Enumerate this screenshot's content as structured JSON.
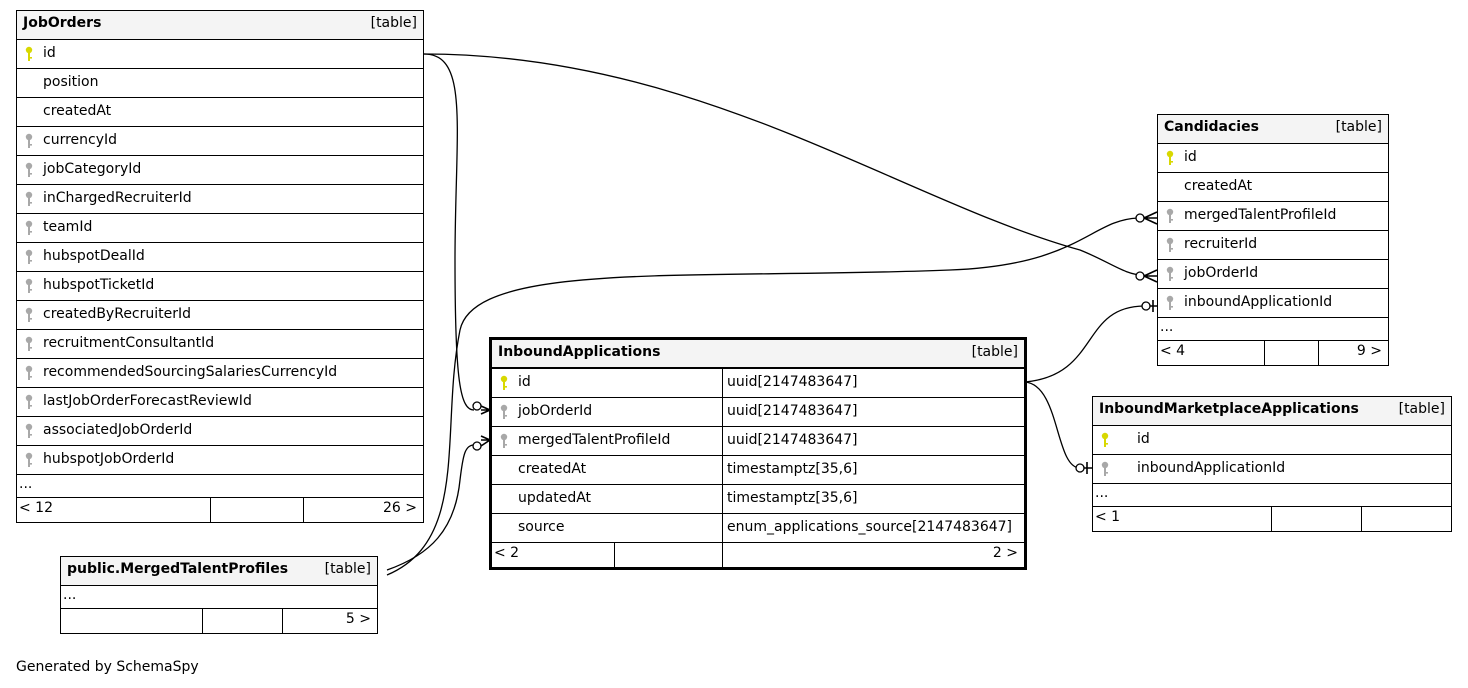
{
  "colors": {
    "pk_key": "#d8d800",
    "fk_key": "#a8a8a8",
    "header_bg": "#f4f4f4"
  },
  "tables": {
    "job_orders": {
      "name": "JobOrders",
      "tag": "[table]",
      "columns": [
        {
          "name": "id",
          "key": "pk"
        },
        {
          "name": "position",
          "key": "none"
        },
        {
          "name": "createdAt",
          "key": "none"
        },
        {
          "name": "currencyId",
          "key": "fk"
        },
        {
          "name": "jobCategoryId",
          "key": "fk"
        },
        {
          "name": "inChargedRecruiterId",
          "key": "fk"
        },
        {
          "name": "teamId",
          "key": "fk"
        },
        {
          "name": "hubspotDealId",
          "key": "fk"
        },
        {
          "name": "hubspotTicketId",
          "key": "fk"
        },
        {
          "name": "createdByRecruiterId",
          "key": "fk"
        },
        {
          "name": "recruitmentConsultantId",
          "key": "fk"
        },
        {
          "name": "recommendedSourcingSalariesCurrencyId",
          "key": "fk"
        },
        {
          "name": "lastJobOrderForecastReviewId",
          "key": "fk"
        },
        {
          "name": "associatedJobOrderId",
          "key": "fk"
        },
        {
          "name": "hubspotJobOrderId",
          "key": "fk"
        }
      ],
      "ellipsis": "...",
      "footer_left": "< 12",
      "footer_mid": "",
      "footer_right": "26 >"
    },
    "candidacies": {
      "name": "Candidacies",
      "tag": "[table]",
      "columns": [
        {
          "name": "id",
          "key": "pk"
        },
        {
          "name": "createdAt",
          "key": "none"
        },
        {
          "name": "mergedTalentProfileId",
          "key": "fk"
        },
        {
          "name": "recruiterId",
          "key": "fk"
        },
        {
          "name": "jobOrderId",
          "key": "fk"
        },
        {
          "name": "inboundApplicationId",
          "key": "fk"
        }
      ],
      "ellipsis": "...",
      "footer_left": "< 4",
      "footer_mid": "",
      "footer_right": "9 >"
    },
    "inbound_applications": {
      "name": "InboundApplications",
      "tag": "[table]",
      "columns": [
        {
          "name": "id",
          "type": "uuid[2147483647]",
          "key": "pk"
        },
        {
          "name": "jobOrderId",
          "type": "uuid[2147483647]",
          "key": "fk"
        },
        {
          "name": "mergedTalentProfileId",
          "type": "uuid[2147483647]",
          "key": "fk"
        },
        {
          "name": "createdAt",
          "type": "timestamptz[35,6]",
          "key": "none"
        },
        {
          "name": "updatedAt",
          "type": "timestamptz[35,6]",
          "key": "none"
        },
        {
          "name": "source",
          "type": "enum_applications_source[2147483647]",
          "key": "none"
        }
      ],
      "footer_left": "< 2",
      "footer_mid": "",
      "footer_right": "2 >"
    },
    "inbound_marketplace_applications": {
      "name": "InboundMarketplaceApplications",
      "tag": "[table]",
      "columns": [
        {
          "name": "id",
          "key": "pk"
        },
        {
          "name": "inboundApplicationId",
          "key": "fk"
        }
      ],
      "ellipsis": "...",
      "footer_left": "< 1",
      "footer_mid": "",
      "footer_right": ""
    },
    "merged_talent_profiles": {
      "name": "public.MergedTalentProfiles",
      "tag": "[table]",
      "ellipsis": "...",
      "footer_left": "",
      "footer_mid": "",
      "footer_right": "5 >"
    }
  },
  "footer_text": "Generated by SchemaSpy"
}
